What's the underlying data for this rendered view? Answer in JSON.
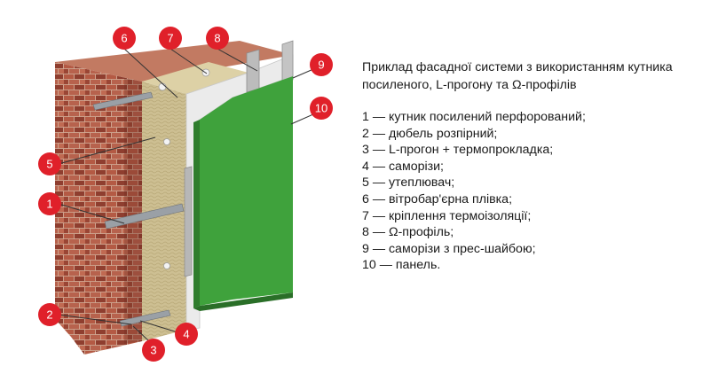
{
  "caption_lines": [
    "Приклад фасадної системи з використанням кутника",
    "посиленого, L-прогону та Ω-профілів"
  ],
  "legend": [
    "1 — кутник посилений перфорований;",
    "2 — дюбель розпірний;",
    "3 — L-прогон + термопрокладка;",
    "4 — саморізи;",
    "5 — утеплювач;",
    "6 — вітробар'єрна плівка;",
    "7 — кріплення термоізоляції;",
    "8 — Ω-профіль;",
    "9 — саморізи з прес-шайбою;",
    "10 — панель."
  ],
  "callouts": [
    "1",
    "2",
    "3",
    "4",
    "5",
    "6",
    "7",
    "8",
    "9",
    "10"
  ],
  "colors": {
    "callout_fill": "#e0202a",
    "panel_green": "#3fa23c",
    "brick": "#a34a38",
    "insulation": "#cdbf92",
    "film": "#e8e8e8"
  }
}
